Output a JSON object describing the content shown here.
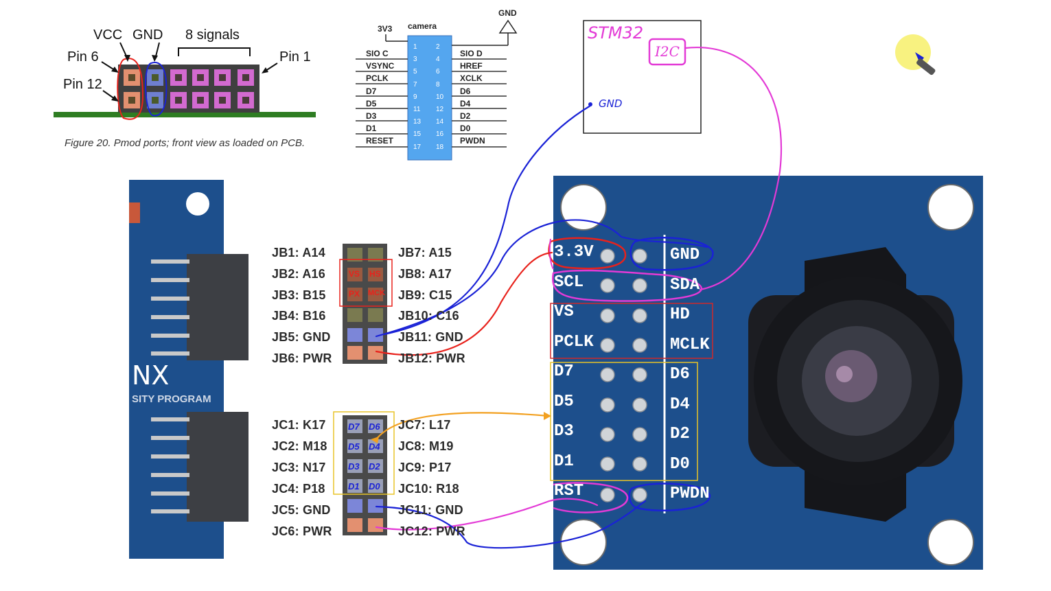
{
  "pmod_figure": {
    "label_vcc": "VCC",
    "label_gnd": "GND",
    "label_signals": "8 signals",
    "label_pin6": "Pin 6",
    "label_pin1": "Pin 1",
    "label_pin12": "Pin 12",
    "caption": "Figure 20. Pmod ports; front view as loaded on PCB."
  },
  "camera_header": {
    "title": "camera",
    "supply": "3V3",
    "ground": "GND",
    "left_labels": [
      "SIO C",
      "VSYNC",
      "PCLK",
      "D7",
      "D5",
      "D3",
      "D1",
      "RESET"
    ],
    "right_labels": [
      "SIO D",
      "HREF",
      "XCLK",
      "D6",
      "D4",
      "D2",
      "D0",
      "PWDN"
    ],
    "left_nums": [
      "1",
      "3",
      "5",
      "7",
      "9",
      "11",
      "13",
      "15",
      "17"
    ],
    "right_nums": [
      "2",
      "4",
      "6",
      "8",
      "10",
      "12",
      "14",
      "16",
      "18"
    ]
  },
  "stm32_box": {
    "title": "STM32",
    "i2c": "I2C",
    "gnd": "GND"
  },
  "jb_header": {
    "left": [
      "JB1: A14",
      "JB2: A16",
      "JB3: B15",
      "JB4: B16",
      "JB5: GND",
      "JB6: PWR"
    ],
    "right": [
      "JB7: A15",
      "JB8: A17",
      "JB9: C15",
      "JB10: C16",
      "JB11: GND",
      "JB12: PWR"
    ],
    "annotations": [
      "VS",
      "HS",
      "PX",
      "MCK"
    ]
  },
  "jc_header": {
    "left": [
      "JC1: K17",
      "JC2: M18",
      "JC3: N17",
      "JC4: P18",
      "JC5: GND",
      "JC6: PWR"
    ],
    "right": [
      "JC7: L17",
      "JC8: M19",
      "JC9: P17",
      "JC10: R18",
      "JC11: GND",
      "JC12: PWR"
    ],
    "annotations_left": [
      "D7",
      "D5",
      "D3",
      "D1"
    ],
    "annotations_right": [
      "D6",
      "D4",
      "D2",
      "D0"
    ]
  },
  "fpga_board": {
    "logo_fragment": "NX",
    "program_fragment": "SITY PROGRAM"
  },
  "camera_module": {
    "left_labels": [
      "3.3V",
      "SCL",
      "VS",
      "PCLK",
      "D7",
      "D5",
      "D3",
      "D1",
      "RST"
    ],
    "right_labels": [
      "GND",
      "SDA",
      "HD",
      "MCLK",
      "D6",
      "D4",
      "D2",
      "D0",
      "PWDN"
    ]
  },
  "colors": {
    "board_blue": "#1d4f8c",
    "pen_red": "#e8221c",
    "pen_blue": "#1a22d6",
    "pen_magenta": "#e33ad6",
    "pen_orange": "#f2a020",
    "pen_yellow": "#e8c428",
    "camera_blue": "#54a6ef",
    "pcb_green": "#2e7d22"
  }
}
